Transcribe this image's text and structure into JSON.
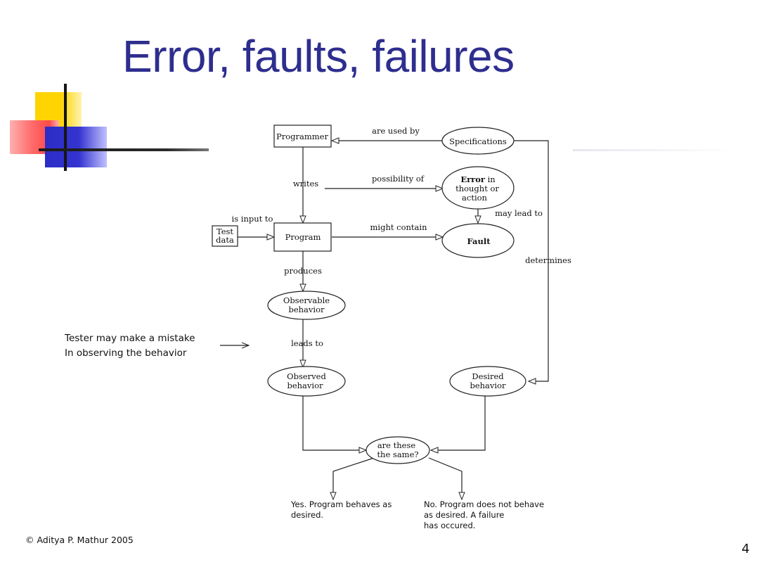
{
  "slide": {
    "title": "Error, faults, failures",
    "page_number": "4",
    "copyright": "© Aditya P. Mathur 2005"
  },
  "annotation": {
    "line1": "Tester may make a mistake",
    "line2": "In observing the behavior"
  },
  "diagram": {
    "nodes": {
      "programmer": "Programmer",
      "specifications": "Specifications",
      "error_bold": "Error",
      "error_rest1": " in",
      "error_line2": "thought or",
      "error_line3": "action",
      "fault": "Fault",
      "test_data_line1": "Test",
      "test_data_line2": "data",
      "program": "Program",
      "observable_line1": "Observable",
      "observable_line2": "behavior",
      "observed_line1": "Observed",
      "observed_line2": "behavior",
      "desired_line1": "Desired",
      "desired_line2": "behavior",
      "same_line1": "are these",
      "same_line2": "the same?"
    },
    "edges": {
      "are_used_by": "are  used by",
      "writes": "writes",
      "possibility_of": "possibility of",
      "may_lead_to": "may lead to",
      "is_input_to": "is input to",
      "might_contain": "might contain",
      "determines": "determines",
      "produces": "produces",
      "leads_to": "leads to"
    },
    "outcomes": {
      "yes_line1": "Yes. Program behaves as",
      "yes_line2": "desired.",
      "no_line1": "No. Program does not behave",
      "no_line2": "as desired. A failure",
      "no_line3": "has occured."
    }
  },
  "colors": {
    "title": "#2e2e8f",
    "accent_yellow": "#ffd400",
    "accent_red": "#ff4a4a",
    "accent_blue": "#2c2cc7"
  }
}
